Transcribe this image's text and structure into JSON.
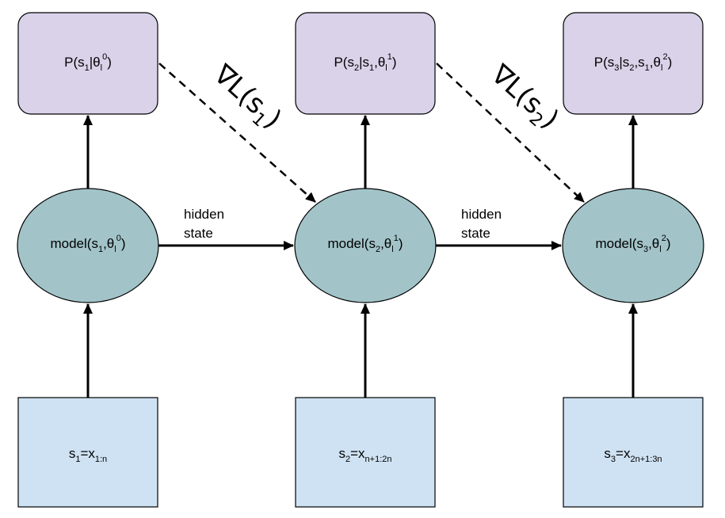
{
  "colors": {
    "output_box": "#d9d2e9",
    "model_node": "#a2c4c9",
    "input_box": "#cfe2f3",
    "stroke": "#000000"
  },
  "columns": [
    {
      "output": {
        "base": "P(s",
        "i1": "1",
        "t1": "|θ",
        "i2": "l",
        "sup": "0",
        "t2": ")"
      },
      "model": {
        "base": "model(s",
        "i1": "1",
        "t1": ",θ",
        "i2": "l",
        "sup": "0",
        "t2": ")"
      },
      "input": {
        "base": "s",
        "i1": "1",
        "t1": "=x",
        "i2": "1:n"
      }
    },
    {
      "output": {
        "base": "P(s",
        "i1": "2",
        "t1": "|s",
        "i2": "1",
        "t2": ",θ",
        "i3": "l",
        "sup": "1",
        "t3": ")"
      },
      "model": {
        "base": "model(s",
        "i1": "2",
        "t1": ",θ",
        "i2": "l",
        "sup": "1",
        "t2": ")"
      },
      "input": {
        "base": "s",
        "i1": "2",
        "t1": "=x",
        "i2": "n+1:2n"
      }
    },
    {
      "output": {
        "base": "P(s",
        "i1": "3",
        "t1": "|s",
        "i2": "2",
        "t2": ",s",
        "i3": "1",
        "t3": ",θ",
        "i4": "l",
        "sup": "2",
        "t4": ")"
      },
      "model": {
        "base": "model(s",
        "i1": "3",
        "t1": ",θ",
        "i2": "l",
        "sup": "2",
        "t2": ")"
      },
      "input": {
        "base": "s",
        "i1": "3",
        "t1": "=x",
        "i2": "2n+1:3n"
      }
    }
  ],
  "hidden_state_label": {
    "line1": "hidden",
    "line2": "state"
  },
  "gradients": [
    {
      "nabla": "∇",
      "L": "L(",
      "s": "s",
      "sub": "1",
      "close": ")"
    },
    {
      "nabla": "∇",
      "L": "L(",
      "s": "s",
      "sub": "2",
      "close": ")"
    }
  ]
}
